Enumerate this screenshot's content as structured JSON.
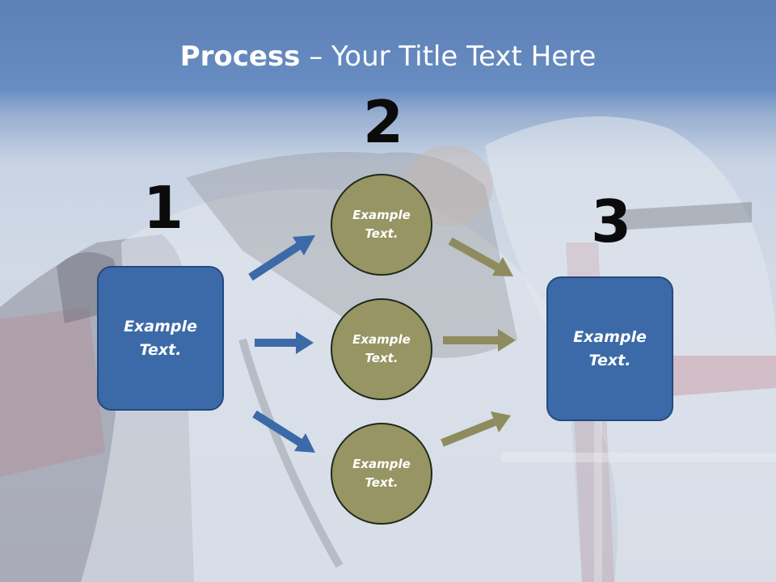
{
  "title": {
    "bold": "Process",
    "rest": " – Your Title Text Here"
  },
  "numbers": {
    "one": "1",
    "two": "2",
    "three": "3"
  },
  "left_box": {
    "text": "Example Text."
  },
  "right_box": {
    "text": "Example Text."
  },
  "circles": [
    {
      "text": "Example Text."
    },
    {
      "text": "Example Text."
    },
    {
      "text": "Example Text."
    }
  ],
  "colors": {
    "box_fill": "#3c6aa8",
    "circle_fill": "#979564",
    "arrow_blue": "#3c6aa8",
    "arrow_olive": "#8e8c5e",
    "title_bar": "#2c5aa0"
  }
}
